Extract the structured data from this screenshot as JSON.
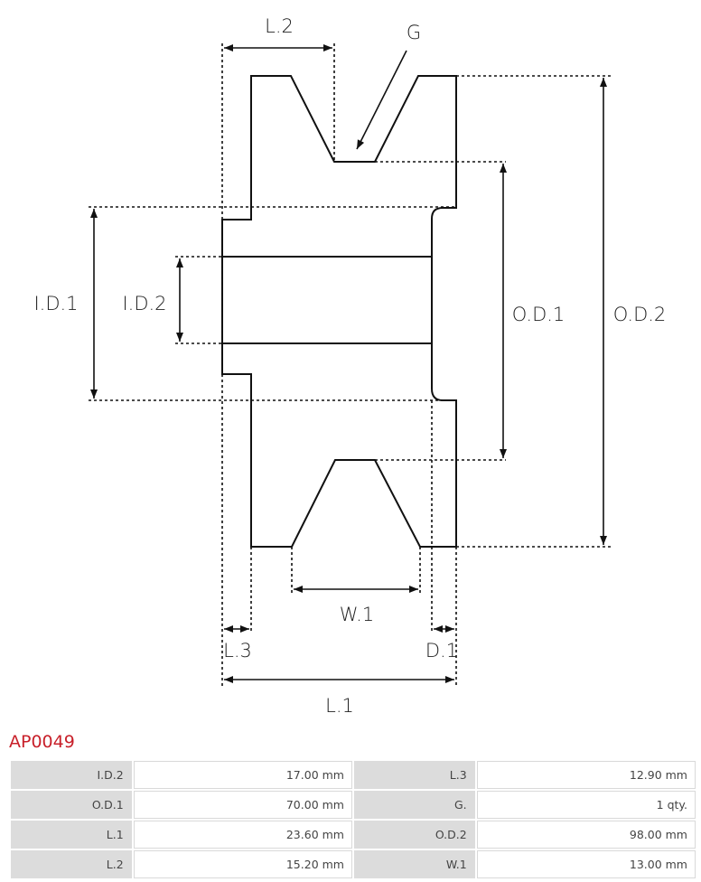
{
  "diagram": {
    "labels": {
      "l2": "L.2",
      "g": "G",
      "id1": "I.D.1",
      "id2": "I.D.2",
      "od1": "O.D.1",
      "od2": "O.D.2",
      "w1": "W.1",
      "l3": "L.3",
      "d1": "D.1",
      "l1": "L.1"
    }
  },
  "part_code": "AP0049",
  "specs": {
    "rows": [
      [
        {
          "k": "I.D.2",
          "v": "17.00 mm"
        },
        {
          "k": "L.3",
          "v": "12.90 mm"
        }
      ],
      [
        {
          "k": "O.D.1",
          "v": "70.00 mm"
        },
        {
          "k": "G.",
          "v": "1 qty."
        }
      ],
      [
        {
          "k": "L.1",
          "v": "23.60 mm"
        },
        {
          "k": "O.D.2",
          "v": "98.00 mm"
        }
      ],
      [
        {
          "k": "L.2",
          "v": "15.20 mm"
        },
        {
          "k": "W.1",
          "v": "13.00 mm"
        }
      ]
    ]
  },
  "colors": {
    "line": "#111111",
    "part_code": "#c8202a",
    "key_cell": "#dcdcdc"
  }
}
